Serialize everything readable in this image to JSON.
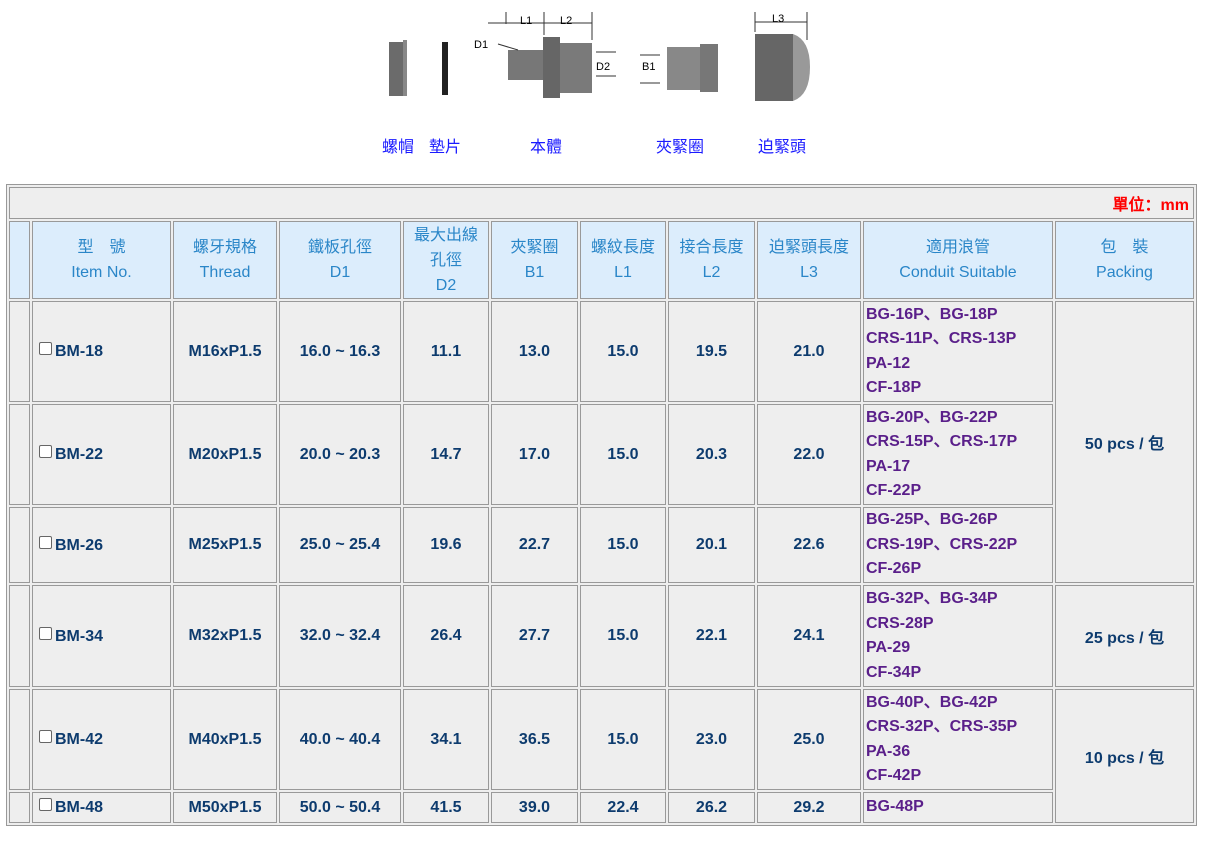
{
  "diagram": {
    "dim_labels": [
      "L1",
      "L2",
      "L3",
      "D1",
      "D2",
      "B1"
    ],
    "parts": [
      "螺帽",
      "墊片",
      "本體",
      "夾緊圈",
      "迫緊頭"
    ]
  },
  "unit": "單位：mm",
  "headers": [
    {
      "zh": "型　號",
      "en": "Item No."
    },
    {
      "zh": "螺牙規格",
      "en": "Thread"
    },
    {
      "zh": "鐵板孔徑",
      "en": "D1"
    },
    {
      "zh": "最大出線孔徑",
      "en": "D2"
    },
    {
      "zh": "夾緊圈",
      "en": "B1"
    },
    {
      "zh": "螺紋長度",
      "en": "L1"
    },
    {
      "zh": "接合長度",
      "en": "L2"
    },
    {
      "zh": "迫緊頭長度",
      "en": "L3"
    },
    {
      "zh": "適用浪管",
      "en": "Conduit Suitable"
    },
    {
      "zh": "包　裝",
      "en": "Packing"
    }
  ],
  "rows": [
    {
      "item": "BM-18",
      "thread": "M16xP1.5",
      "d1": "16.0 ~ 16.3",
      "d2": "11.1",
      "b1": "13.0",
      "l1": "15.0",
      "l2": "19.5",
      "l3": "21.0",
      "conduit": [
        "BG-16P、BG-18P",
        "CRS-11P、CRS-13P",
        "PA-12",
        "CF-18P"
      ]
    },
    {
      "item": "BM-22",
      "thread": "M20xP1.5",
      "d1": "20.0 ~ 20.3",
      "d2": "14.7",
      "b1": "17.0",
      "l1": "15.0",
      "l2": "20.3",
      "l3": "22.0",
      "conduit": [
        "BG-20P、BG-22P",
        "CRS-15P、CRS-17P",
        "PA-17",
        "CF-22P"
      ]
    },
    {
      "item": "BM-26",
      "thread": "M25xP1.5",
      "d1": "25.0 ~ 25.4",
      "d2": "19.6",
      "b1": "22.7",
      "l1": "15.0",
      "l2": "20.1",
      "l3": "22.6",
      "conduit": [
        "BG-25P、BG-26P",
        "CRS-19P、CRS-22P",
        "CF-26P"
      ]
    },
    {
      "item": "BM-34",
      "thread": "M32xP1.5",
      "d1": "32.0 ~ 32.4",
      "d2": "26.4",
      "b1": "27.7",
      "l1": "15.0",
      "l2": "22.1",
      "l3": "24.1",
      "conduit": [
        "BG-32P、BG-34P",
        "CRS-28P",
        "PA-29",
        "CF-34P"
      ]
    },
    {
      "item": "BM-42",
      "thread": "M40xP1.5",
      "d1": "40.0 ~ 40.4",
      "d2": "34.1",
      "b1": "36.5",
      "l1": "15.0",
      "l2": "23.0",
      "l3": "25.0",
      "conduit": [
        "BG-40P、BG-42P",
        "CRS-32P、CRS-35P",
        "PA-36",
        "CF-42P"
      ]
    },
    {
      "item": "BM-48",
      "thread": "M50xP1.5",
      "d1": "50.0 ~ 50.4",
      "d2": "41.5",
      "b1": "39.0",
      "l1": "22.4",
      "l2": "26.2",
      "l3": "29.2",
      "conduit": [
        "BG-48P"
      ]
    }
  ],
  "packing": [
    "50 pcs / 包",
    "25 pcs / 包",
    "10 pcs / 包"
  ]
}
